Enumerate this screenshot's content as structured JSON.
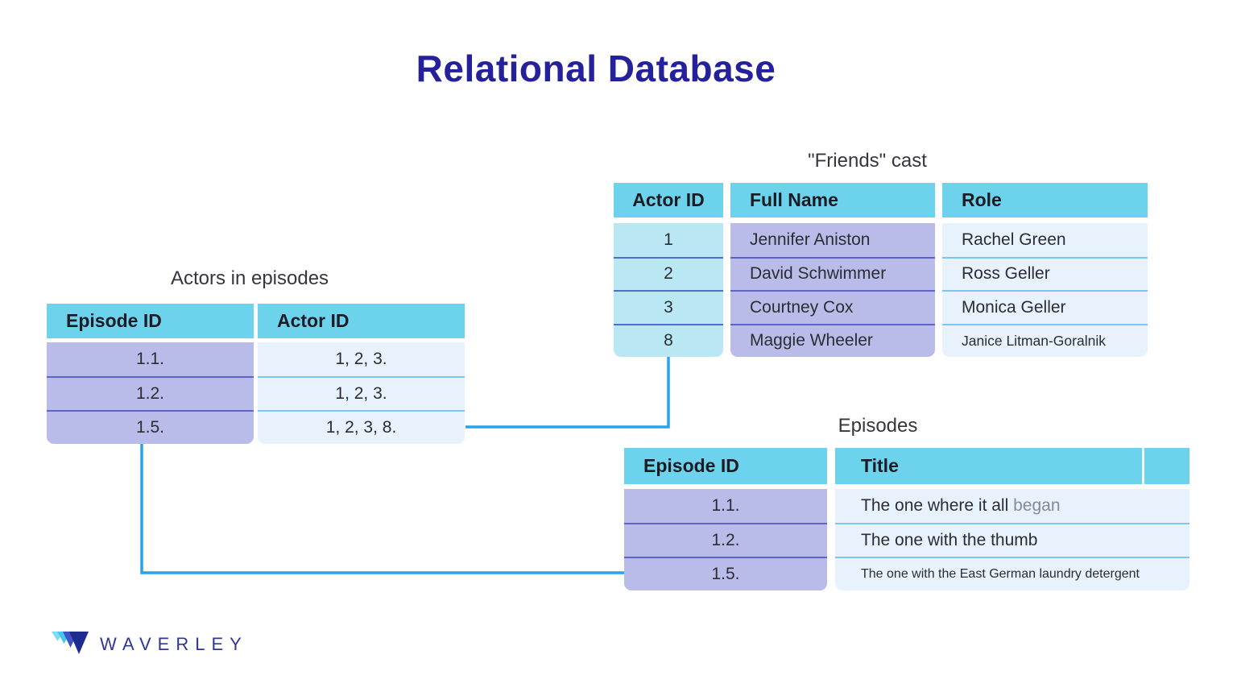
{
  "title": "Relational Database",
  "logo": {
    "brand": "WAVERLEY"
  },
  "colors": {
    "title": "#24219b",
    "header_bg": "#6dd3ec",
    "cyan_cell_bg": "#bae7f4",
    "purple_cell_bg": "#b9bce9",
    "pale_cell_bg": "#e7f2fc",
    "connector": "#29a3e9"
  },
  "tables": {
    "friends_cast": {
      "caption": "\"Friends\" cast",
      "columns": [
        "Actor ID",
        "Full Name",
        "Role"
      ],
      "rows": [
        {
          "actor_id": "1",
          "full_name": "Jennifer Aniston",
          "role": "Rachel Green"
        },
        {
          "actor_id": "2",
          "full_name": "David Schwimmer",
          "role": "Ross Geller"
        },
        {
          "actor_id": "3",
          "full_name": "Courtney Cox",
          "role": "Monica Geller"
        },
        {
          "actor_id": "8",
          "full_name": "Maggie Wheeler",
          "role": "Janice Litman-Goralnik"
        }
      ]
    },
    "actors_in_episodes": {
      "caption": "Actors in episodes",
      "columns": [
        "Episode ID",
        "Actor ID"
      ],
      "rows": [
        {
          "episode_id": "1.1.",
          "actor_ids": "1, 2, 3."
        },
        {
          "episode_id": "1.2.",
          "actor_ids": "1, 2, 3."
        },
        {
          "episode_id": "1.5.",
          "actor_ids": "1, 2, 3, 8."
        }
      ]
    },
    "episodes": {
      "caption": "Episodes",
      "columns": [
        "Episode ID",
        "Title"
      ],
      "rows": [
        {
          "episode_id": "1.1.",
          "title": "The one where it all ",
          "title_muted": "began"
        },
        {
          "episode_id": "1.2.",
          "title": "The one with the thumb",
          "title_muted": ""
        },
        {
          "episode_id": "1.5.",
          "title": "The one with the East German laundry detergent",
          "title_muted": ""
        }
      ]
    }
  }
}
